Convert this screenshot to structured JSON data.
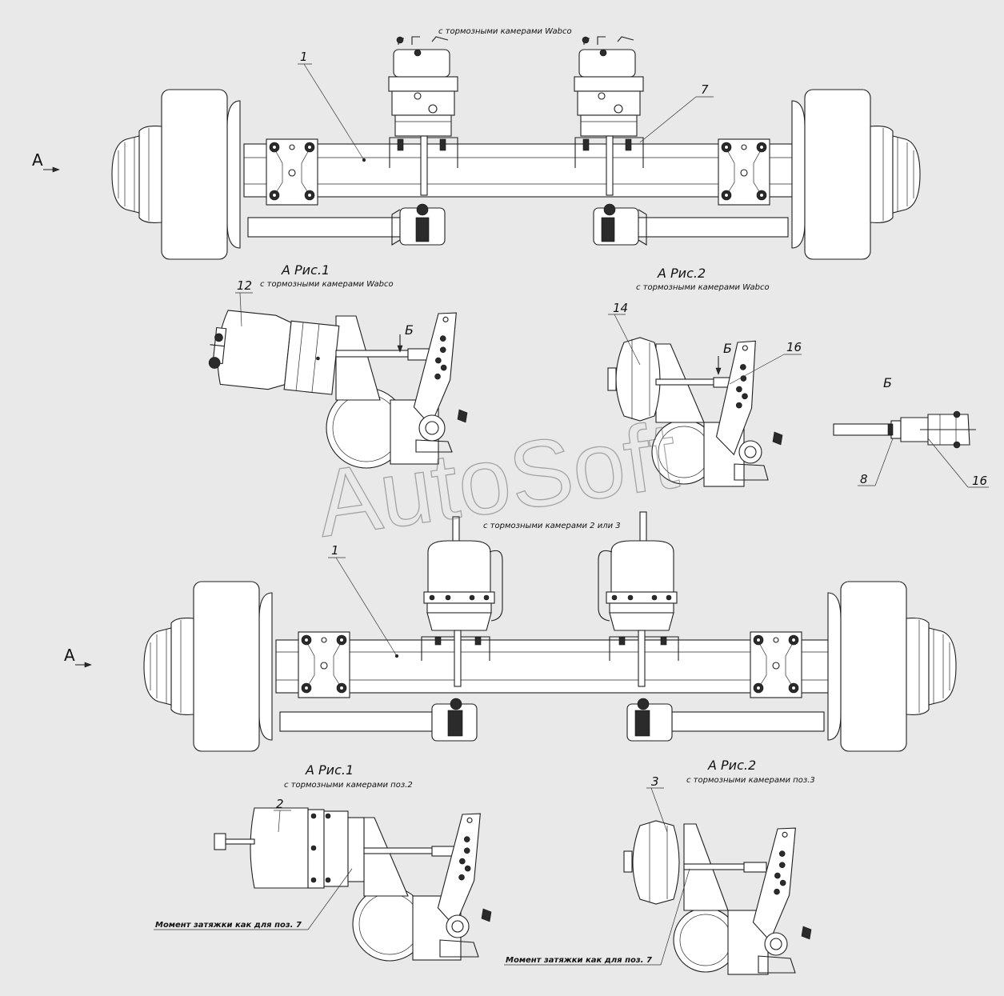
{
  "top_assembly": {
    "caption": "с тормозными камерами Wabco",
    "view_label": "А",
    "callouts": [
      "1",
      "7"
    ]
  },
  "wabco_fig1": {
    "title": "А Рис.1",
    "caption": "с тормозными камерами Wabco",
    "callout": "12",
    "section_mark": "Б"
  },
  "wabco_fig2": {
    "title": "А Рис.2",
    "caption": "с тормозными камерами Wabco",
    "callouts": [
      "14",
      "16"
    ],
    "section_mark": "Б"
  },
  "detail_b": {
    "title": "Б",
    "callouts": [
      "8",
      "16"
    ]
  },
  "bottom_assembly": {
    "caption": "с тормозными камерами 2 или 3",
    "view_label": "А",
    "callouts": [
      "1"
    ]
  },
  "std_fig1": {
    "title": "А Рис.1",
    "caption": "с тормозными камерами поз.2",
    "callout": "2",
    "note": "Момент затяжки как для поз. 7"
  },
  "std_fig2": {
    "title": "А Рис.2",
    "caption": "с тормозными камерами поз.3",
    "callout": "3",
    "note": "Момент затяжки как для поз. 7"
  },
  "watermark": "AutoSoft"
}
